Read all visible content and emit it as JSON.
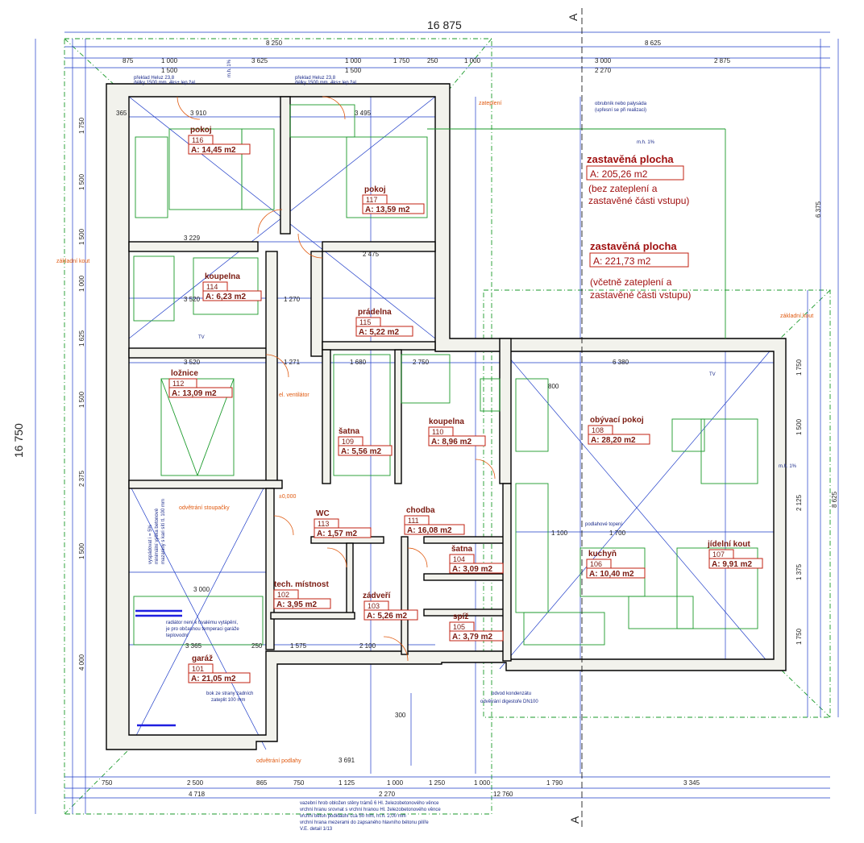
{
  "overall": {
    "total_width": "16 875",
    "total_height": "16 750",
    "section_mark": "A"
  },
  "top_dims": {
    "row1": [
      "8 250",
      "8 625"
    ],
    "row2": [
      "875",
      "1 000",
      "3 625",
      "1 000",
      "1 750",
      "250",
      "1 000",
      "3 000",
      "2 875"
    ],
    "row2b": [
      "1 500",
      "1 500",
      "2 270"
    ]
  },
  "bottom_dims": {
    "row1": [
      "750",
      "2 500",
      "865",
      "750",
      "1 125",
      "1 000",
      "1 250",
      "1 000",
      "1 790",
      "3 345"
    ],
    "row2": [
      "4 718",
      "2 270",
      "12 760"
    ],
    "inner": [
      "3 691",
      "300"
    ]
  },
  "left_dims": [
    "1 750",
    "1 500",
    "1 500",
    "1 000",
    "1 625",
    "1 500",
    "2 375",
    "1 500",
    "4 000"
  ],
  "right_dims": [
    "6 375",
    "1 750",
    "1 500",
    "2 125",
    "1 375",
    "1 750",
    "8 625"
  ],
  "rooms": [
    {
      "id": "pokoj-116",
      "name": "pokoj",
      "num": "116",
      "area": "A: 14,45 m2"
    },
    {
      "id": "pokoj-117",
      "name": "pokoj",
      "num": "117",
      "area": "A: 13,59 m2"
    },
    {
      "id": "koupelna-114",
      "name": "koupelna",
      "num": "114",
      "area": "A: 6,23 m2"
    },
    {
      "id": "pradelna-115",
      "name": "prádelna",
      "num": "115",
      "area": "A: 5,22 m2"
    },
    {
      "id": "loznice-112",
      "name": "ložnice",
      "num": "112",
      "area": "A: 13,09 m2"
    },
    {
      "id": "satna-109",
      "name": "šatna",
      "num": "109",
      "area": "A: 5,56 m2"
    },
    {
      "id": "koupelna-110",
      "name": "koupelna",
      "num": "110",
      "area": "A: 8,96 m2"
    },
    {
      "id": "obyvaci-108",
      "name": "obývací pokoj",
      "num": "108",
      "area": "A: 28,20 m2"
    },
    {
      "id": "wc-113",
      "name": "WC",
      "num": "113",
      "area": "A: 1,57 m2"
    },
    {
      "id": "chodba-111",
      "name": "chodba",
      "num": "111",
      "area": "A: 16,08 m2"
    },
    {
      "id": "satna-104",
      "name": "šatna",
      "num": "104",
      "area": "A: 3,09 m2"
    },
    {
      "id": "kuchyn-106",
      "name": "kuchyň",
      "num": "106",
      "area": "A: 10,40 m2"
    },
    {
      "id": "jidelni-107",
      "name": "jídelní kout",
      "num": "107",
      "area": "A: 9,91 m2"
    },
    {
      "id": "tech-102",
      "name": "tech. místnost",
      "num": "102",
      "area": "A: 3,95 m2"
    },
    {
      "id": "zadveri-103",
      "name": "zádveří",
      "num": "103",
      "area": "A: 5,26 m2"
    },
    {
      "id": "spiz-105",
      "name": "spíž",
      "num": "105",
      "area": "A: 3,79 m2"
    },
    {
      "id": "garaz-101",
      "name": "garáž",
      "num": "101",
      "area": "A: 21,05 m2"
    }
  ],
  "built_area": {
    "title1": "zastavěná plocha",
    "area1": "A: 205,26 m2",
    "note1a": "(bez zateplení a",
    "note1b": "zastavěné části vstupu)",
    "title2": "zastavěná plocha",
    "area2": "A: 221,73 m2",
    "note2a": "(včetně zateplení a",
    "note2b": "zastavěné části vstupu)"
  },
  "notes": {
    "lintel_1": "překlad Heluz 23,8",
    "lintel_1b": "délky 1500 mm, 4ks+ lep.žal.",
    "lintel_2": "překlad Heluz 23,8",
    "lintel_2b": "délky 1500 mm, 4ks+ lep.žal.",
    "zatepleni": "zateplení",
    "obrubnik": "obrubník nebo palysáda",
    "obrubnik_b": "(upřesní se při realizaci)",
    "zakladni_kout_l": "základní kout",
    "zakladni_kout_r": "základní kout",
    "slope_1": "m.h. 1%",
    "slope_2": "m.h. 1%",
    "slope_3": "m.h. 1%",
    "el_ventilator": "el. ventilátor",
    "odvetrani_stoupa": "odvětrání stoupačky",
    "odvetrani_podlahy": "odvětrání podlahy",
    "garaz_floor_1": "vyspádovat i = 5%",
    "garaz_floor_2": "minimální výška betonové",
    "garaz_floor_3": "mazaniny s kari sítí tl. 100 mm",
    "radiator_note": "radiátor není k trvalému vytápění,",
    "radiator_note_b": "je pro občasnou temperaci garáže",
    "radiator_note_c": "teplovodní",
    "bok_note": "bok ze strany zadních",
    "bok_note_b": "zateplit 100 mm",
    "kanal_note": "odvod kondenzátu",
    "kanal_note_b": "odvětrání digestoře DN100",
    "pdl_note": "podlahové topení",
    "bottom_note_1": "vazební hrob obložen stěny trámů 6 Hl. železobetonového věnce",
    "bottom_note_2": "vrchní hranu srovnat s vrchní hranou Hl. železobetonového věnce",
    "bottom_note_3": "vrchní beton podkladní cca 50 mm, m.h. 2,00 mm",
    "bottom_note_4": "vrchní hrana mezerami do zapsaného hlavního bétonu pilíře",
    "bottom_note_5": "V.E. detail 1/13",
    "tv1": "TV",
    "tv2": "TV",
    "level": "±0,000",
    "dim_01": "3 910",
    "dim_02": "3 495",
    "dim_03": "3 229",
    "dim_04": "2 475",
    "dim_05": "3 520",
    "dim_06": "1 270",
    "dim_07": "3 520",
    "dim_08": "1 271",
    "dim_09": "1 680",
    "dim_10": "2 750",
    "dim_11": "6 380",
    "dim_12": "3 000",
    "dim_13": "3 365",
    "dim_14": "1 575",
    "dim_15": "2 100",
    "dim_16": "1 700",
    "dim_17": "1 100",
    "dim_18": "800",
    "dim_19": "365",
    "dim_20": "250"
  }
}
